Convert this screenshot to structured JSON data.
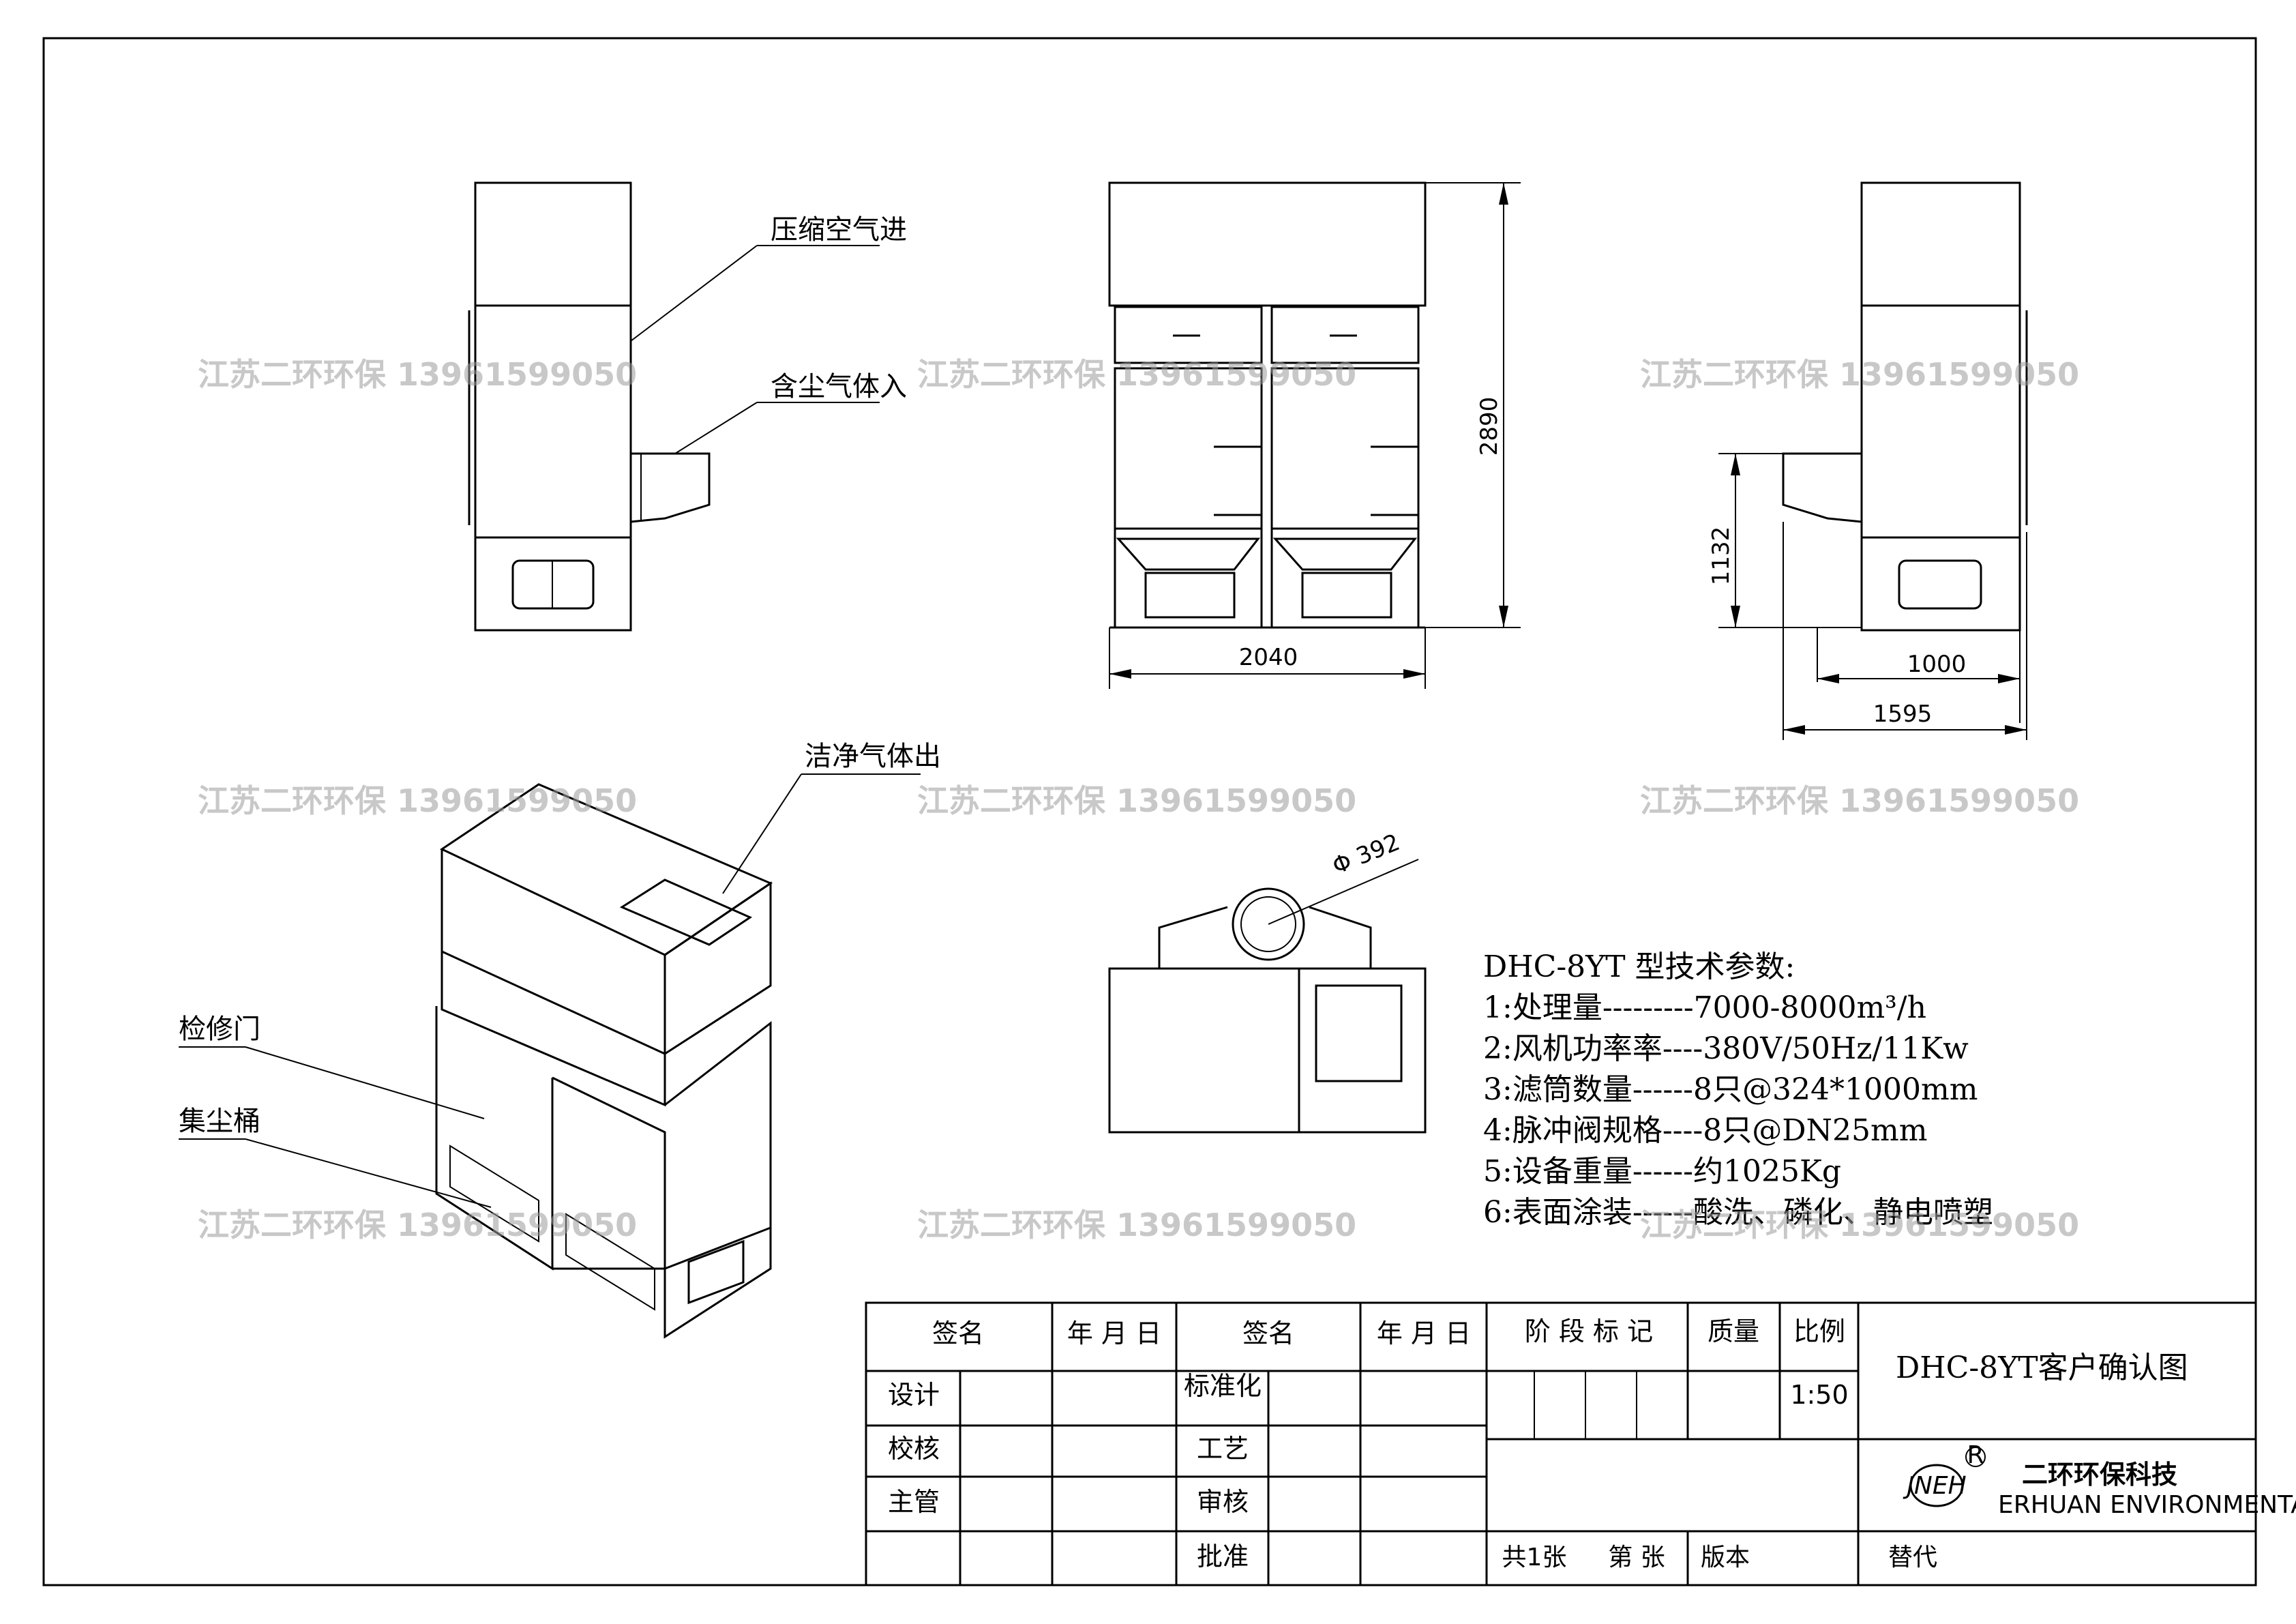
{
  "watermark": "江苏二环环保 13961599050",
  "labels": {
    "compressed_air_in": "压缩空气进",
    "dusty_gas_in": "含尘气体入",
    "clean_gas_out": "洁净气体出",
    "inspection_door": "检修门",
    "dust_bucket": "集尘桶"
  },
  "dimensions": {
    "height": "2890",
    "width": "2040",
    "inlet_height": "1132",
    "depth_body": "1000",
    "depth_total": "1595",
    "diameter": "392"
  },
  "specs": {
    "title": "DHC-8YT 型技术参数:",
    "lines": [
      "1:处理量---------7000-8000m³/h",
      "2:风机功率率----380V/50Hz/11Kw",
      "3:滤筒数量------8只@324*1000mm",
      "4:脉冲阀规格----8只@DN25mm",
      "5:设备重量------约1025Kg",
      "6:表面涂装------酸洗、磷化、静电喷塑"
    ]
  },
  "title_block": {
    "sign": "签名",
    "date": "年 月 日",
    "sign2": "签名",
    "date2": "年 月 日",
    "stage_mark": "阶 段 标 记",
    "mass": "质量",
    "scale_label": "比例",
    "scale_value": "1:50",
    "drawing_title": "DHC-8YT客户确认图",
    "design": "设计",
    "check": "校核",
    "supervisor": "主管",
    "standardize": "标准化",
    "process": "工艺",
    "review": "审核",
    "approve": "批准",
    "sheets": "共1张",
    "sheet_no": "第 张",
    "version": "版本",
    "replace": "替代",
    "company_cn": "二环环保科技",
    "company_en": "ERHUAN ENVIRONMENTAL",
    "logo_text": "JNEH",
    "registered": "R"
  }
}
